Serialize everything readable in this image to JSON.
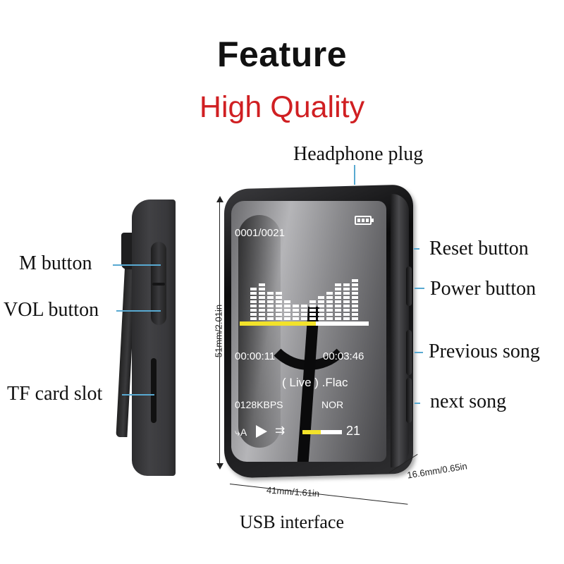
{
  "header": {
    "title": "Feature",
    "subtitle": "High Quality",
    "subtitle_color": "#d01f22"
  },
  "callouts": {
    "headphone_plug": "Headphone plug",
    "m_button": "M button",
    "vol_button": "VOL button",
    "tf_card_slot": "TF card slot",
    "reset_button": "Reset button",
    "power_button": "Power button",
    "previous_song": "Previous song",
    "next_song": "next song",
    "usb_interface": "USB interface",
    "leader_color": "#58a9d1"
  },
  "dimensions": {
    "height": "51mm/2.01in",
    "width": "41mm/1.61in",
    "depth": "16.6mm/0.65in"
  },
  "screen": {
    "track_counter": "0001/0021",
    "battery_icon": "battery-full-icon",
    "equalizer_bars": [
      9,
      10,
      8,
      8,
      6,
      5,
      5,
      6,
      7,
      8,
      10,
      10,
      11
    ],
    "progress_percent": 59,
    "elapsed_time": "00:00:11",
    "total_time": "00:03:46",
    "song_title": "( Live ) .Flac",
    "bitrate": "0128KBPS",
    "eq_mode": "NOR",
    "repeat_mode": "⤷A",
    "play_icon": "play-icon",
    "shuffle_icon": "⇉",
    "volume_percent": 46,
    "volume_level": "21",
    "accent_color": "#f2e22a"
  }
}
